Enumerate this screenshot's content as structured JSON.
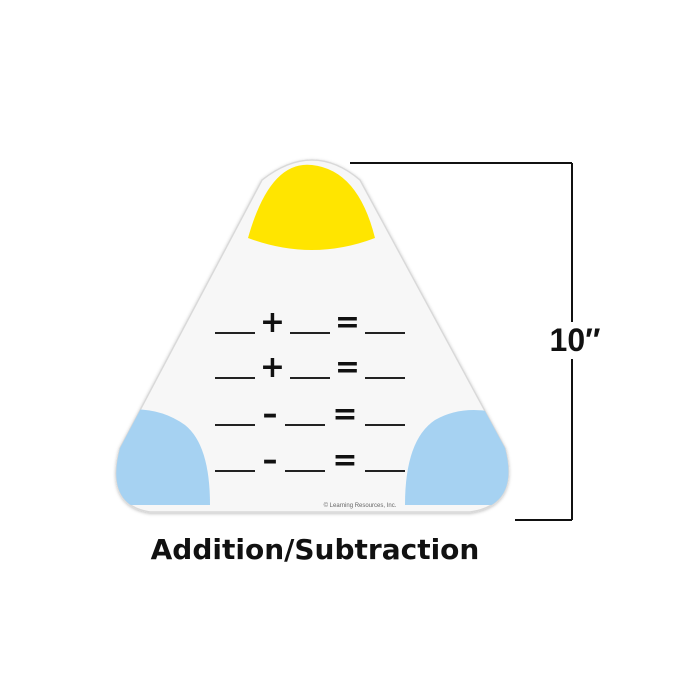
{
  "equations": [
    {
      "operator": "+",
      "equals": "="
    },
    {
      "operator": "+",
      "equals": "="
    },
    {
      "operator": "–",
      "equals": "="
    },
    {
      "operator": "–",
      "equals": "="
    }
  ],
  "copyright": "© Learning Resources, Inc.",
  "dimension_label": "10″",
  "caption": "Addition/Subtraction",
  "colors": {
    "card": "#f7f7f7",
    "top_corner": "#ffe500",
    "bottom_corners": "#a6d2f2",
    "dimension_line": "#111111"
  }
}
